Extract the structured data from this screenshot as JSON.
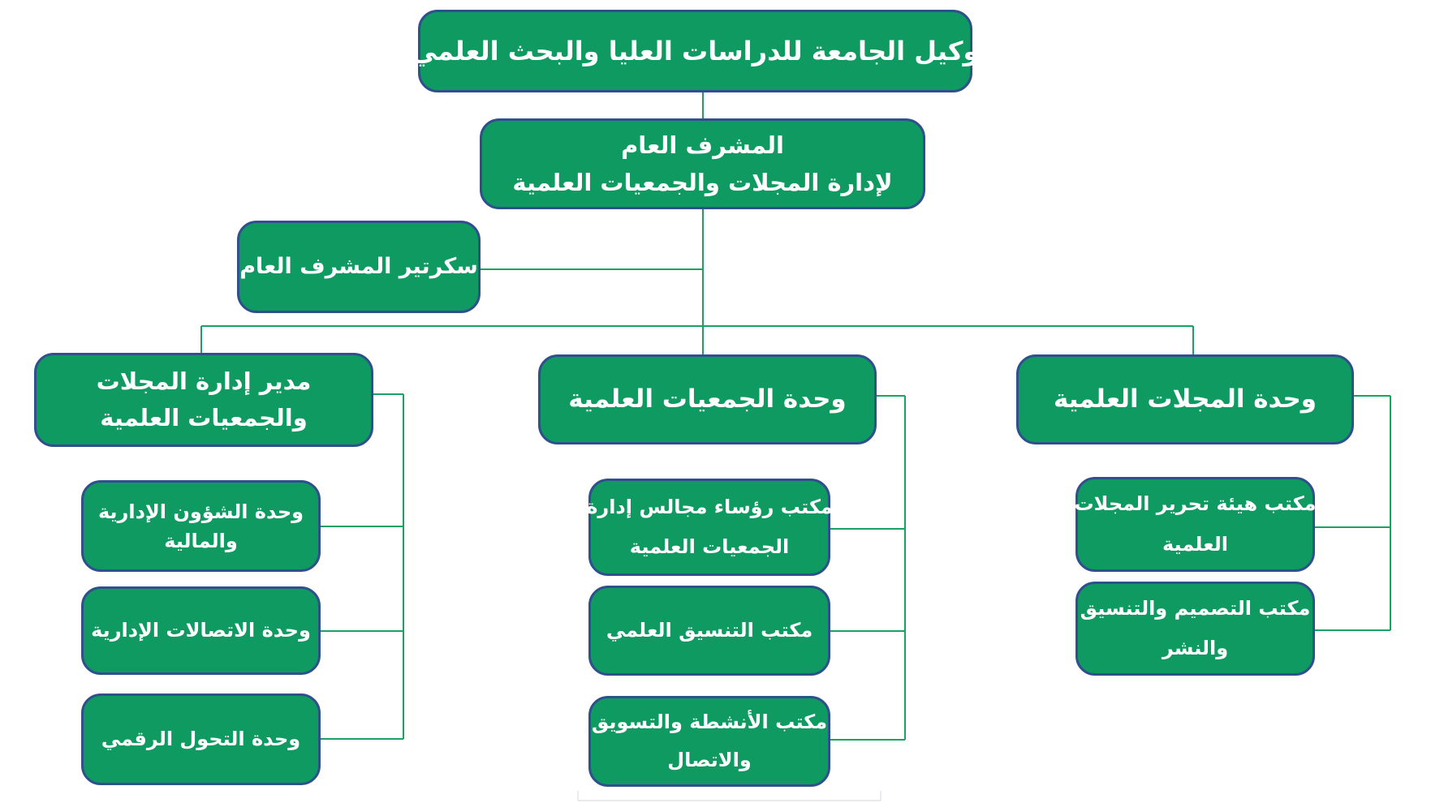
{
  "diagram": {
    "type": "org-chart",
    "direction": "rtl",
    "language": "Arabic"
  },
  "colors": {
    "box_fill": "#0e9a60",
    "box_border": "#2f4f8d",
    "connector": "#18a362",
    "text": "#ffffff",
    "background": "#ffffff",
    "artifact": "#e0e4ea"
  },
  "nodes": {
    "root": {
      "lines": [
        "وكيل الجامعة للدراسات العليا والبحث العلمي"
      ]
    },
    "supervisor": {
      "lines": [
        "المشرف العام",
        "لإدارة المجلات والجمعيات العلمية"
      ]
    },
    "secretary": {
      "lines": [
        "سكرتير المشرف العام"
      ]
    },
    "director": {
      "lines": [
        "مدير إدارة المجلات",
        "والجمعيات العلمية"
      ]
    },
    "societies_unit": {
      "lines": [
        "وحدة الجمعيات العلمية"
      ]
    },
    "journals_unit": {
      "lines": [
        "وحدة المجلات العلمية"
      ]
    },
    "admin_financial": {
      "lines": [
        "وحدة الشؤون الإدارية",
        "والمالية"
      ]
    },
    "admin_comms": {
      "lines": [
        "وحدة الاتصالات الإدارية"
      ]
    },
    "digital_transformation": {
      "lines": [
        "وحدة التحول الرقمي"
      ]
    },
    "boards_office": {
      "lines": [
        "مكتب رؤساء مجالس إدارة",
        "الجمعيات العلمية"
      ]
    },
    "scientific_coordination": {
      "lines": [
        "مكتب التنسيق العلمي"
      ]
    },
    "activities_marketing": {
      "lines": [
        "مكتب الأنشطة والتسويق",
        "والاتصال"
      ]
    },
    "editorial_board": {
      "lines": [
        "مكتب هيئة تحرير المجلات",
        "العلمية"
      ]
    },
    "design_publishing": {
      "lines": [
        "مكتب التصميم والتنسيق",
        "والنشر"
      ]
    }
  },
  "structure": {
    "root": [
      "supervisor"
    ],
    "supervisor": [
      "secretary",
      "director",
      "societies_unit",
      "journals_unit"
    ],
    "director": [
      "admin_financial",
      "admin_comms",
      "digital_transformation"
    ],
    "societies_unit": [
      "boards_office",
      "scientific_coordination",
      "activities_marketing"
    ],
    "journals_unit": [
      "editorial_board",
      "design_publishing"
    ]
  }
}
